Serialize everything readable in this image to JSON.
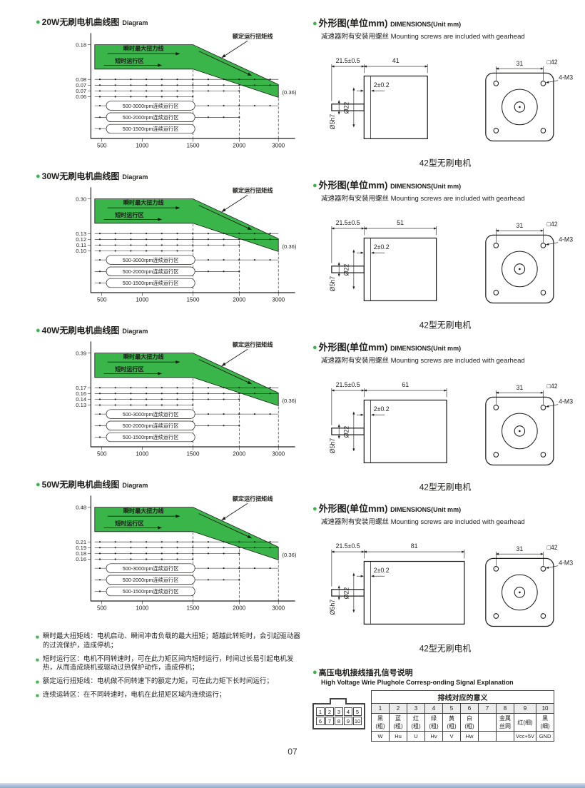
{
  "page": {
    "number": "07"
  },
  "charts": [
    {
      "title": "20W无刷电机曲线图",
      "subtitle": "Diagram",
      "y_ticks": [
        "0.18",
        "0.08",
        "0.07",
        "0.07",
        "0.06"
      ],
      "x_ticks": [
        "500",
        "1000",
        "1500",
        "2000",
        "3000"
      ],
      "labels": {
        "peak": "瞬时最大扭力线",
        "short": "短时运行区",
        "rated": "额定运行扭矩线",
        "end": "(0.36)"
      },
      "bands": [
        "500-3000rpm连续运行区",
        "500-2000rpm连续运行区",
        "500-1500rpm连续运行区"
      ]
    },
    {
      "title": "30W无刷电机曲线图",
      "subtitle": "Diagram",
      "y_ticks": [
        "0.30",
        "0.13",
        "0.12",
        "0.11",
        "0.10"
      ],
      "x_ticks": [
        "500",
        "1000",
        "1500",
        "2000",
        "3000"
      ],
      "labels": {
        "peak": "瞬时最大扭力线",
        "short": "短时运行区",
        "rated": "额定运行扭矩线",
        "end": "(0.36)"
      },
      "bands": [
        "500-3000rpm连续运行区",
        "500-2000rpm连续运行区",
        "500-1500rpm连续运行区"
      ]
    },
    {
      "title": "40W无刷电机曲线图",
      "subtitle": "Diagram",
      "y_ticks": [
        "0.39",
        "0.17",
        "0.16",
        "0.14",
        "0.13"
      ],
      "x_ticks": [
        "500",
        "1000",
        "1500",
        "2000",
        "3000"
      ],
      "labels": {
        "peak": "瞬时最大扭力线",
        "short": "短时运行区",
        "rated": "额定运行扭矩线",
        "end": "(0.36)"
      },
      "bands": [
        "500-3000rpm连续运行区",
        "500-2000rpm连续运行区",
        "500-1500rpm连续运行区"
      ]
    },
    {
      "title": "50W无刷电机曲线图",
      "subtitle": "Diagram",
      "y_ticks": [
        "0.48",
        "0.21",
        "0.19",
        "0.18",
        "0.16"
      ],
      "x_ticks": [
        "500",
        "1000",
        "1500",
        "2000",
        "3000"
      ],
      "labels": {
        "peak": "瞬时最大扭力线",
        "short": "短时运行区",
        "rated": "额定运行扭矩线",
        "end": "(0.36)"
      },
      "bands": [
        "500-3000rpm连续运行区",
        "500-2000rpm连续运行区",
        "500-1500rpm连续运行区"
      ]
    }
  ],
  "dims": [
    {
      "header": "外形图(单位mm)",
      "header_en": "DIMENSIONS(Unit mm)",
      "note": "减速器附有安装用螺丝",
      "note_en": "Mounting screws are included with gearhead",
      "shaft_len": "21.5±0.5",
      "body_len": "41",
      "flange": "2±0.2",
      "dia_boss": "Ø22",
      "dia_shaft": "Ø5h7",
      "square": "□42",
      "pitch": "31",
      "holes": "4-M3",
      "caption": "42型无刷电机"
    },
    {
      "header": "外形图(单位mm)",
      "header_en": "DIMENSIONS(Unit mm)",
      "note": "减速器附有安装用螺丝",
      "note_en": "Mounting screws are included with gearhead",
      "shaft_len": "21.5±0.5",
      "body_len": "51",
      "flange": "2±0.2",
      "dia_boss": "Ø22",
      "dia_shaft": "Ø5h7",
      "square": "□42",
      "pitch": "31",
      "holes": "4-M3",
      "caption": "42型无刷电机"
    },
    {
      "header": "外形图(单位mm)",
      "header_en": "DIMENSIONS(Unit mm)",
      "note": "减速器附有安装用螺丝",
      "note_en": "Mounting screws are included with gearhead",
      "shaft_len": "21.5±0.5",
      "body_len": "61",
      "flange": "2±0.2",
      "dia_boss": "Ø22",
      "dia_shaft": "Ø5h7",
      "square": "□42",
      "pitch": "31",
      "holes": "4-M3",
      "caption": "42型无刷电机"
    },
    {
      "header": "外形图(单位mm)",
      "header_en": "DIMENSIONS(Unit mm)",
      "note": "减速器附有安装用螺丝",
      "note_en": "Mounting screws are included with gearhead",
      "shaft_len": "21.5±0.5",
      "body_len": "81",
      "flange": "2±0.2",
      "dia_boss": "Ø22",
      "dia_shaft": "Ø5h7",
      "square": "□42",
      "pitch": "31",
      "holes": "4-M3",
      "caption": "42型无刷电机"
    }
  ],
  "notes": [
    "瞬时最大扭矩线：电机启动、瞬间冲击负载的最大扭矩；超越此转矩时，会引起驱动器的过流保护，造成停机；",
    "短时运行区：电机不同转速时，可在此力矩区间内短时运行，时间过长易引起电机发热，从而造成烧机或驱动过热保护动作，造成停机；",
    "额定运行扭矩线：电机做不同转速下的额定力矩，可在此力矩下长时间运行；",
    "连续运转区：在不同转速时，电机在此扭矩区域内连续运行；"
  ],
  "wiring": {
    "title": "高压电机接线插孔信号说明",
    "title_en": "High Voltage Wrie Plughole Corresp-onding Signal Explanation",
    "table_title": "排线对应的意义",
    "pins": [
      "1",
      "2",
      "3",
      "4",
      "5",
      "6",
      "7",
      "8",
      "9",
      "10"
    ],
    "colors": [
      "黑(粗)",
      "蓝(粗)",
      "红(粗)",
      "绿(粗)",
      "黄(粗)",
      "白(粗)",
      "",
      "金属丝网",
      "红(细)",
      "黑(细)"
    ],
    "signals": [
      "W",
      "Hu",
      "U",
      "Hv",
      "V",
      "Hw",
      "",
      "",
      "Vcc+5V",
      "GND"
    ],
    "connector_top": [
      "1",
      "2",
      "3",
      "4",
      "5"
    ],
    "connector_bottom": [
      "6",
      "7",
      "8",
      "9",
      "10"
    ]
  }
}
